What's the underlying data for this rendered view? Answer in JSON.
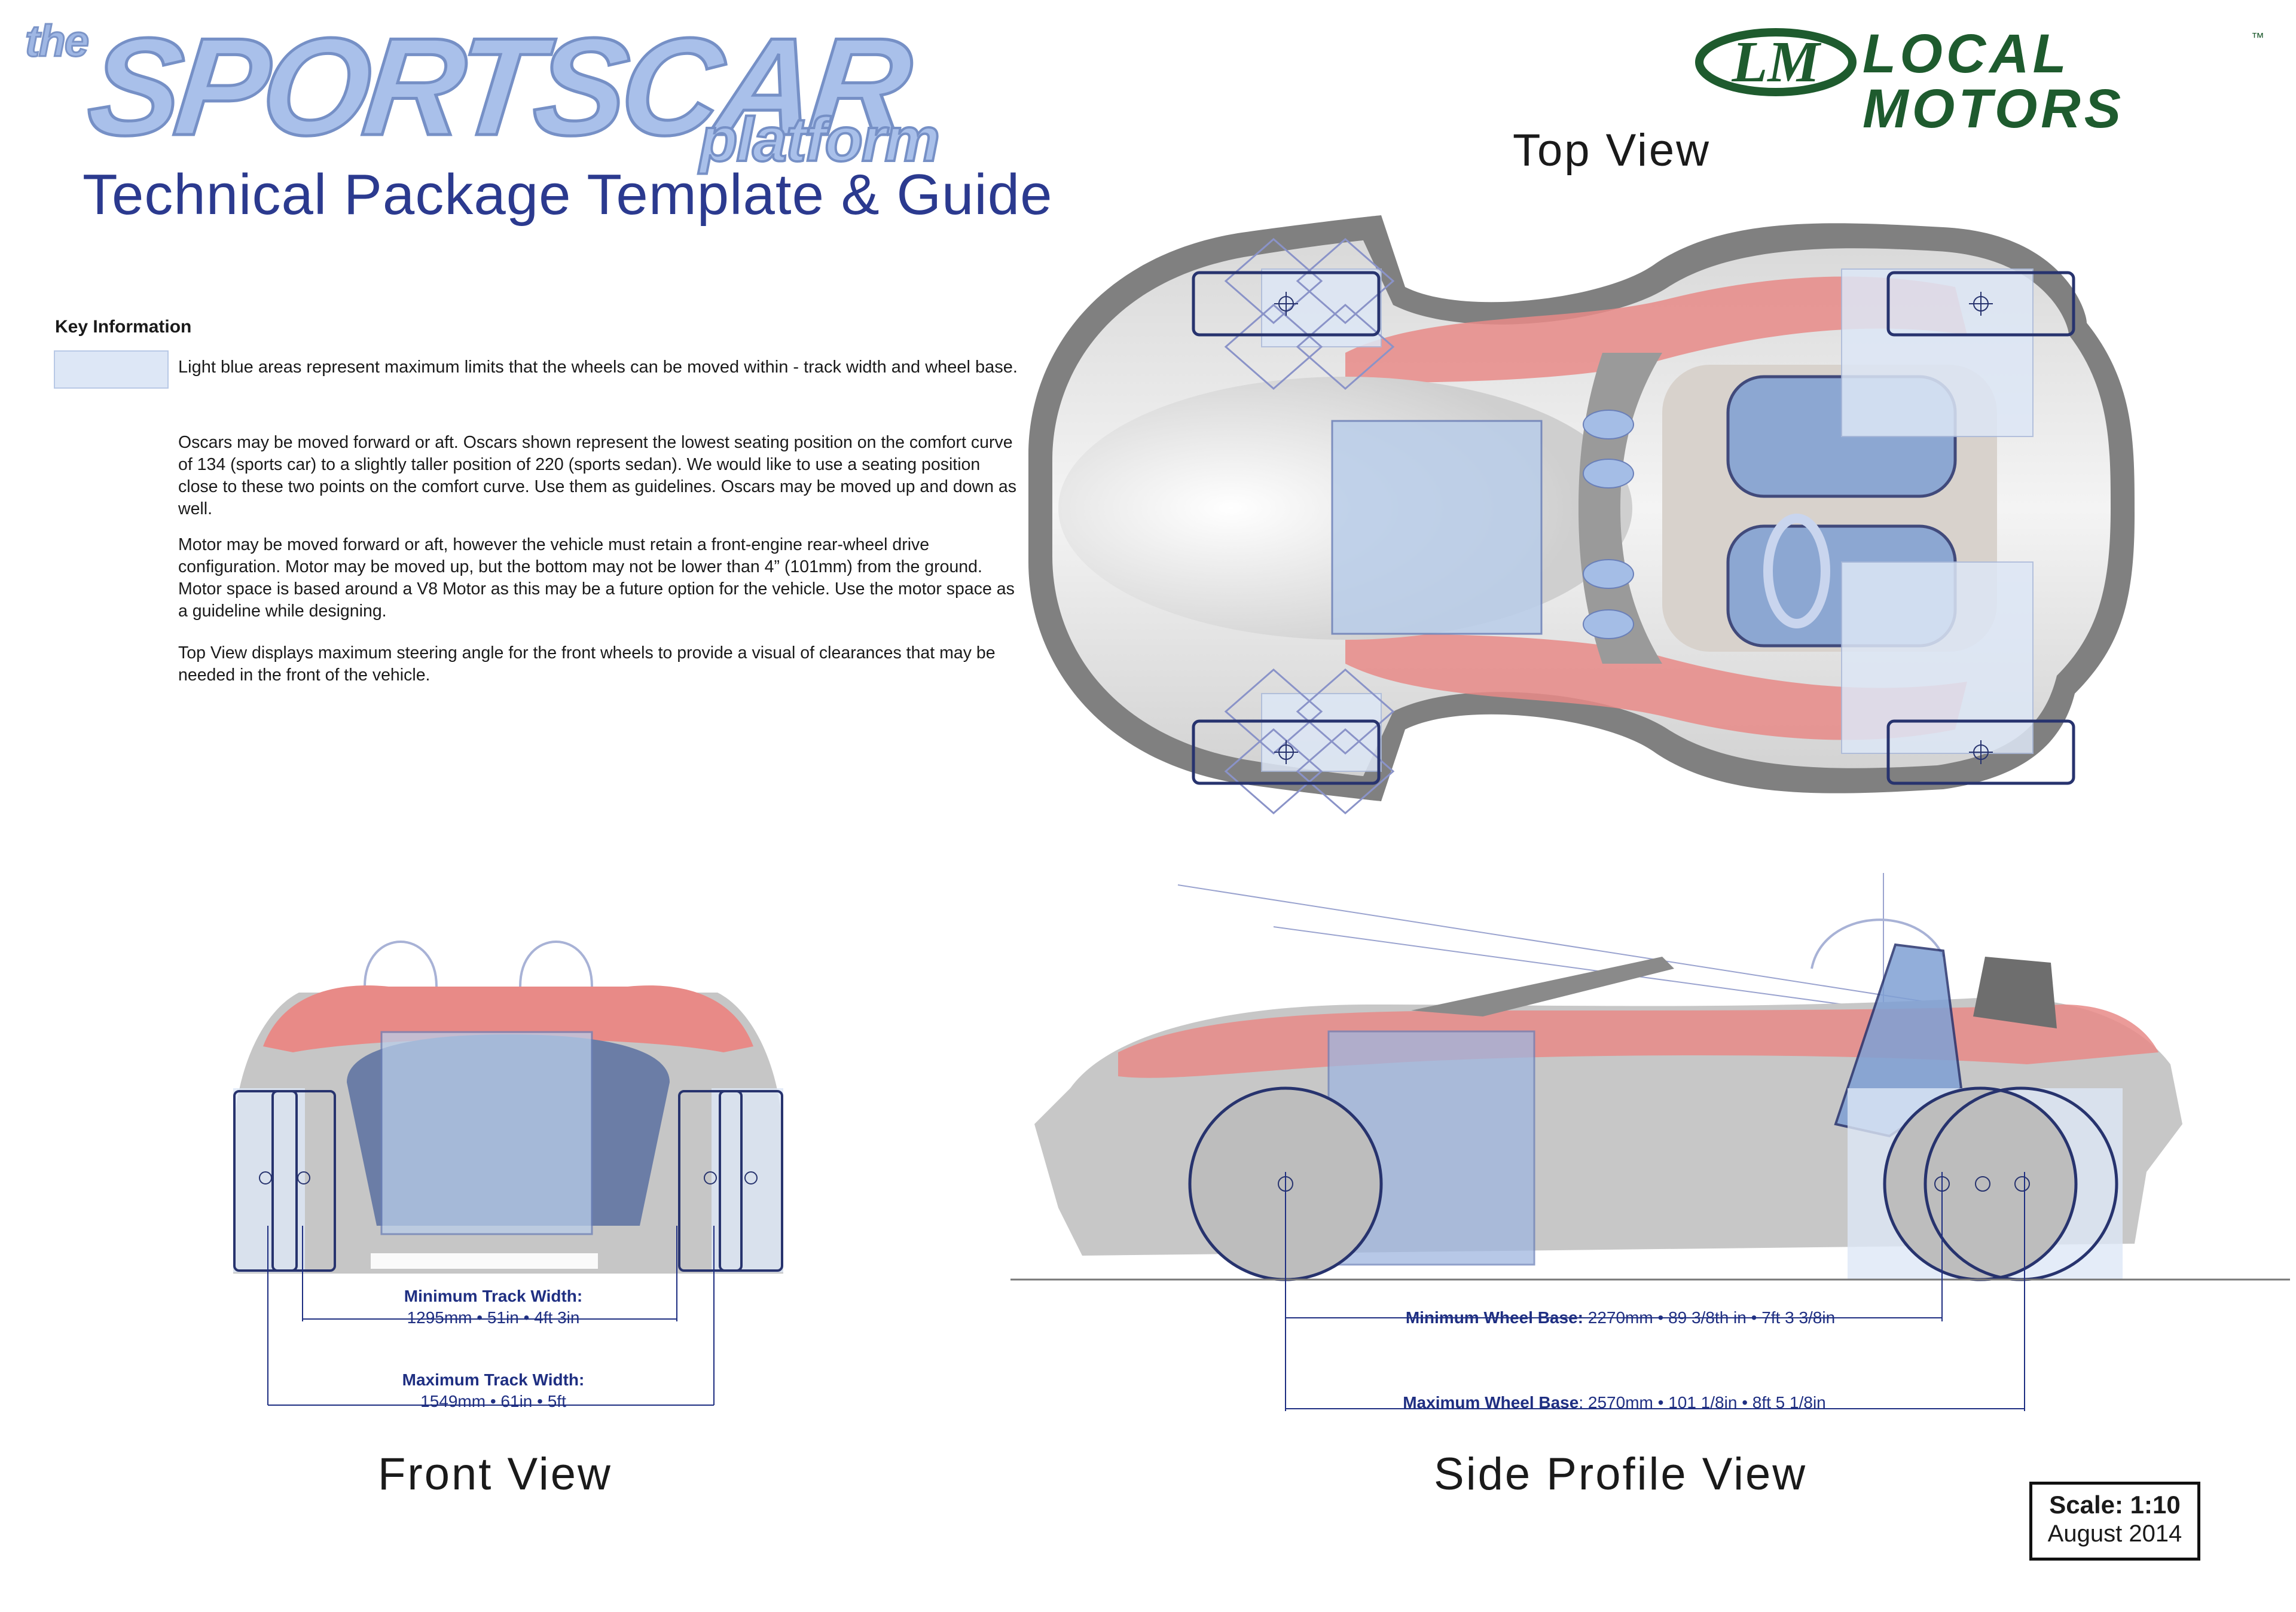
{
  "header": {
    "brand_the": "the",
    "brand_main": "SPORTSCAR",
    "brand_sub": "platform",
    "subtitle": "Technical Package Template & Guide",
    "company_logo_monogram": "LM",
    "company_name": "LOCAL MOTORS",
    "company_tm": "™"
  },
  "key_info": {
    "heading": "Key Information",
    "swatch_color": "#dde7f6",
    "swatch_text": "Light blue areas represent maximum limits that the wheels can be moved within - track width and wheel base."
  },
  "notes": {
    "oscars": "Oscars may be moved forward or aft. Oscars shown represent the lowest seating position on the comfort curve of 134 (sports car) to a slightly taller position of 220 (sports sedan). We would like to use a seating position close to  these two points on the comfort curve. Use them as guidelines. Oscars may be moved up and down as well.",
    "motor": "Motor may be moved forward or aft, however the vehicle must retain a front-engine rear-wheel drive configuration. Motor may be moved up, but the bottom may not be lower than 4” (101mm) from the ground. Motor space is based around a V8 Motor as this may be a future option for the vehicle. Use the motor space as a guideline while designing.",
    "top_view": "Top View displays maximum steering angle for the front wheels to provide a visual of clearances that may be needed in the front of the vehicle."
  },
  "views": {
    "top": "Top View",
    "front": "Front View",
    "side": "Side Profile View"
  },
  "dimensions": {
    "min_track_label": "Minimum Track Width:",
    "min_track_value": "1295mm • 51in • 4ft 3in",
    "max_track_label": "Maximum Track Width:",
    "max_track_value": "1549mm • 61in • 5ft",
    "min_wheelbase_label": "Minimum Wheel Base:",
    "min_wheelbase_value": " 2270mm • 89 3/8th in • 7ft 3 3/8in",
    "max_wheelbase_label": "Maximum Wheel Base",
    "max_wheelbase_value": ": 2570mm • 101 1/8in • 8ft 5 1/8in"
  },
  "scale": {
    "label": "Scale: 1:10",
    "date": "August 2014"
  },
  "colors": {
    "limit_blue": "#dde7f6",
    "dimension_navy": "#1f2f82",
    "brand_blue": "#a9c0ea",
    "logo_green": "#1e5b2e",
    "body_red": "#e88a87"
  }
}
